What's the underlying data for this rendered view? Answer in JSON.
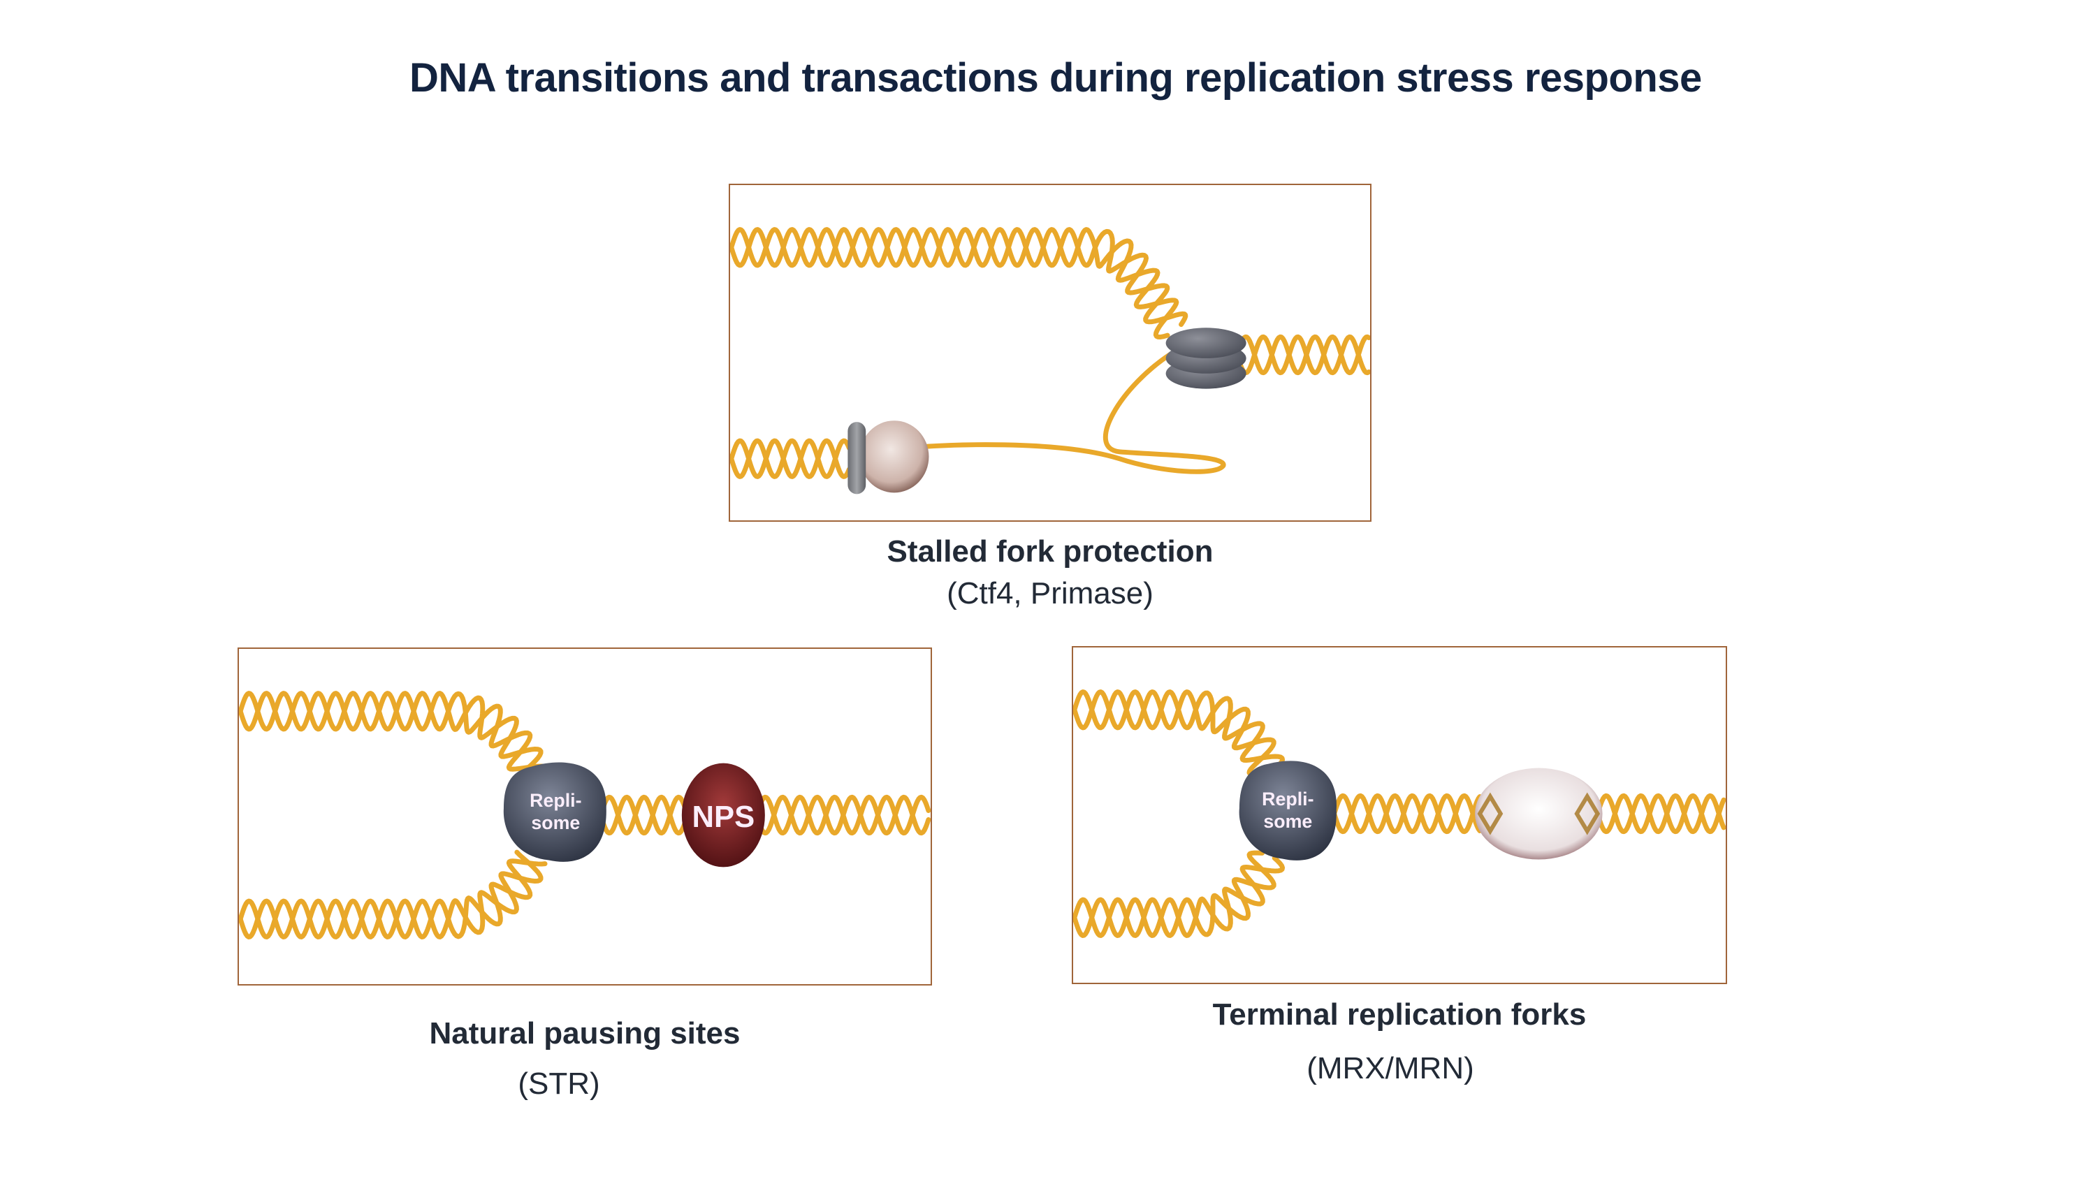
{
  "title": "DNA transitions and transactions  during replication stress response",
  "colors": {
    "dna": "#e9a82a",
    "frame": "#a0653a",
    "replisome": "#4b5366",
    "nps": "#7a1c1c",
    "title": "#13233f",
    "caption": "#222a36"
  },
  "panels": {
    "top": {
      "caption": "Stalled fork protection",
      "subcaption": "(Ctf4, Primase)"
    },
    "left": {
      "caption": "Natural pausing sites",
      "subcaption": "(STR)",
      "replisome_label_1": "Repli-",
      "replisome_label_2": "some",
      "blocker_label": "NPS"
    },
    "right": {
      "caption": "Terminal replication forks",
      "subcaption": "(MRX/MRN)",
      "replisome_label_1": "Repli-",
      "replisome_label_2": "some"
    }
  }
}
